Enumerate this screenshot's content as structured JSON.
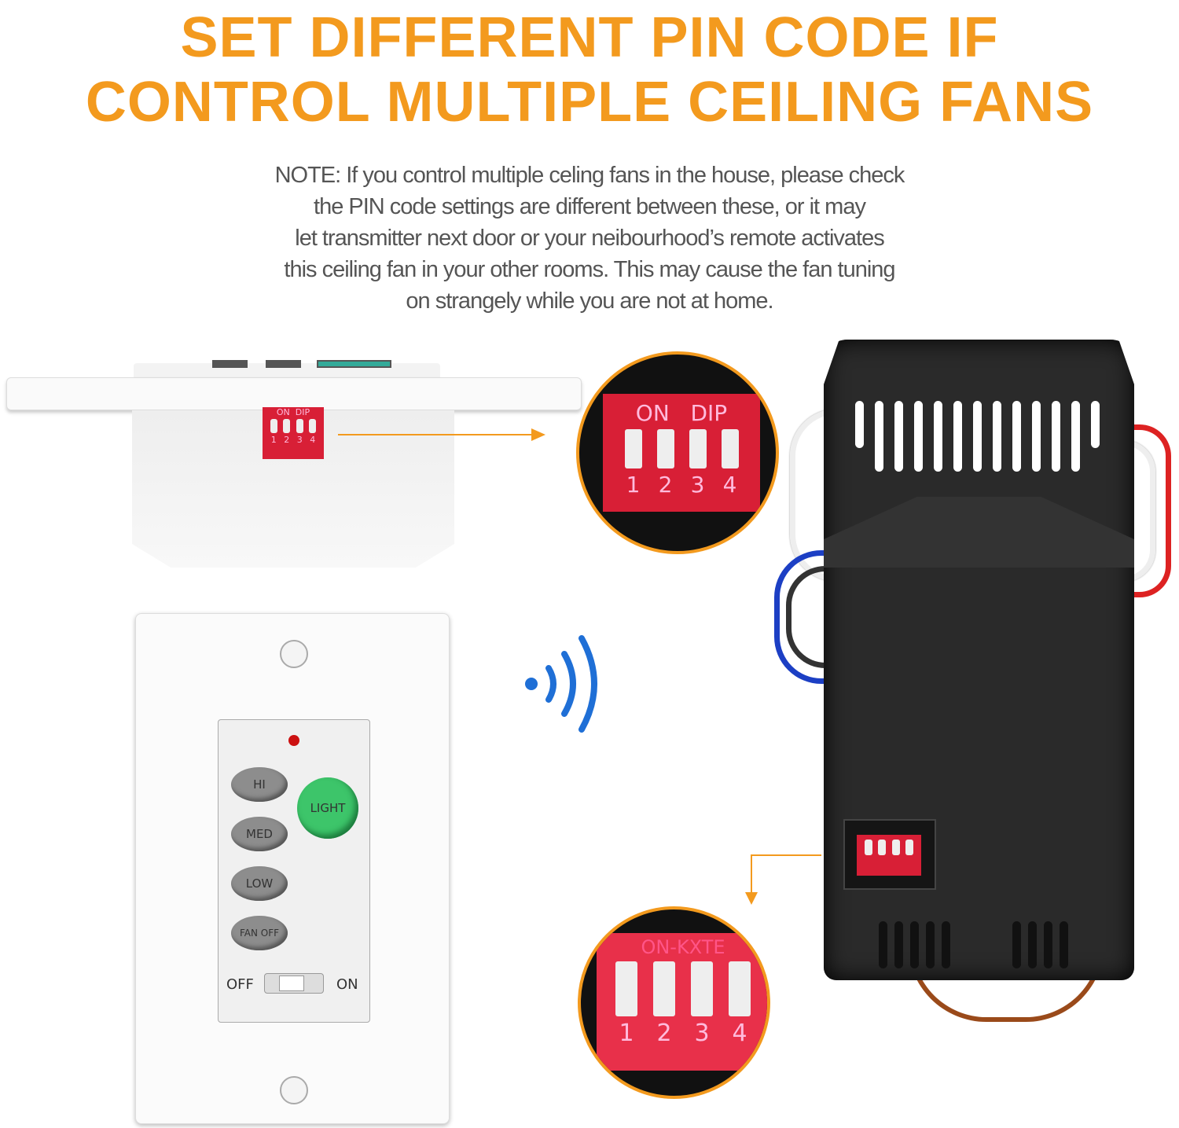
{
  "headline": {
    "line1": "SET DIFFERENT PIN CODE IF",
    "line2": "CONTROL MULTIPLE CEILING FANS"
  },
  "note": {
    "lines": [
      "NOTE: If you control multiple celing fans in the house, please check",
      "the PIN code settings are different between these, or it may",
      "let transmitter next door or your neibourhood’s remote activates",
      "this ceiling fan in your other rooms. This may cause the fan tuning",
      "on strangely while you are not at home."
    ]
  },
  "wall_switch_side": {
    "dip_on": "ON",
    "dip_label": "DIP",
    "numbers": [
      "1",
      "2",
      "3",
      "4"
    ]
  },
  "top_callout": {
    "on": "ON",
    "dip": "DIP",
    "numbers": [
      "1",
      "2",
      "3",
      "4"
    ]
  },
  "bottom_callout": {
    "label": "ON-KXTE",
    "numbers": [
      "1",
      "2",
      "3",
      "4"
    ]
  },
  "remote": {
    "buttons": [
      "HI",
      "MED",
      "LOW",
      "FAN OFF"
    ],
    "light": "LIGHT",
    "off": "OFF",
    "on": "ON"
  },
  "colors": {
    "accent": "#f39a1e",
    "dip_red": "#d81f36",
    "signal_blue": "#1f6fd6",
    "light_green": "#3dc56a"
  },
  "icons": {
    "signal": "wireless-signal-icon"
  }
}
